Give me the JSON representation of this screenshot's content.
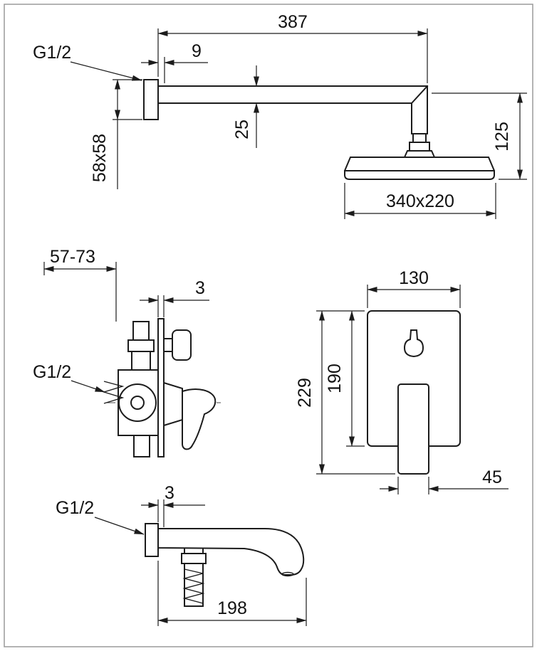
{
  "drawing": {
    "shower_head_unit": {
      "arm_length": "387",
      "wall_offset": "9",
      "thread_label": "G1/2",
      "flange_size": "58x58",
      "arm_profile": "25",
      "drop_height": "125",
      "head_size": "340x220"
    },
    "mixer_valve": {
      "install_depth": "57-73",
      "plate_gap": "3",
      "thread_label": "G1/2",
      "plate_width": "130",
      "plate_height": "190",
      "overall_height": "229",
      "handle_width": "45"
    },
    "spout": {
      "plate_gap": "3",
      "thread_label": "G1/2",
      "reach": "198"
    }
  }
}
